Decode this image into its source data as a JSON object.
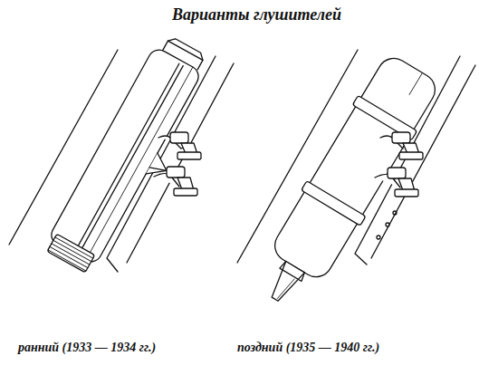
{
  "diagram": {
    "title": "Варианты глушителей",
    "labels": [
      "ранний (1933 — 1934 гг.)",
      "поздний (1935 — 1940 гг.)"
    ]
  }
}
